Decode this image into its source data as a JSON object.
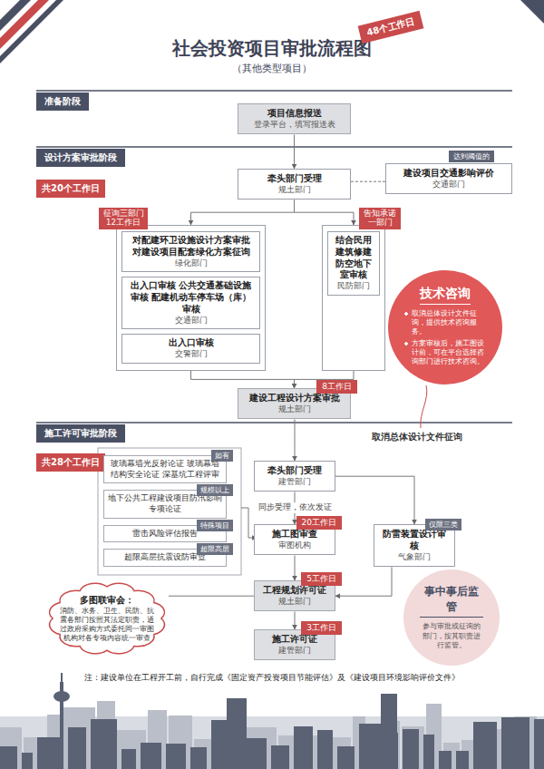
{
  "diagram": {
    "title": "社会投资项目审批流程图",
    "nodes": [
      {
        "text": [
          "准备阶段"
        ]
      },
      {
        "text": [
          "项目信息报送",
          "登录平台，填写报送表"
        ]
      },
      {
        "text": [
          "设计方案审批阶段"
        ]
      },
      {
        "text": [
          "达到阈值的"
        ]
      },
      {
        "text": [
          "建设项目交通影响评价",
          "交通部门"
        ]
      },
      {
        "text": [
          "共20个工作日"
        ]
      },
      {
        "text": [
          "牵头部门受理",
          "规土部门"
        ]
      },
      {
        "text": [
          "征询三部门 12工作日"
        ]
      },
      {
        "text": [
          "对配建环卫设施设计方案审批 对建设项目配套绿化方案征询",
          "绿化部门"
        ],
        "in": 7
      },
      {
        "text": [
          "出入口审核 公共交通基础设施审核 配建机动车停车场（库）审核",
          "交通部门"
        ],
        "in": 7
      },
      {
        "text": [
          "出入口审核",
          "交警部门"
        ],
        "in": 7
      },
      {
        "text": [
          "告知承诺 一部门"
        ]
      },
      {
        "text": [
          "结合民用建筑修建防空地下室审核",
          "民防部门"
        ],
        "in": 11
      },
      {
        "text": [
          "技术咨询",
          "取消总体设计文件征询，提供技术咨询服务。",
          "方案审核后，施工图设计前，可在平台选择咨询部门进行技术咨询。"
        ]
      },
      {
        "text": [
          "建设工程设计方案审批",
          "规土部门",
          "8工作日"
        ]
      },
      {
        "text": [
          "施工许可审批阶段"
        ]
      },
      {
        "text": [
          "共28个工作日"
        ]
      },
      {
        "text": [
          "玻璃幕墙光反射论证 玻璃幕墙结构安全论证 深基坑工程评审",
          "如有"
        ]
      },
      {
        "text": [
          "地下公共工程建设项目防汛影响专项论证",
          "规模以上"
        ]
      },
      {
        "text": [
          "雷击风险评估报告",
          "特殊项目"
        ]
      },
      {
        "text": [
          "超限高层抗震设防审查",
          "超限高层"
        ]
      },
      {
        "text": [
          "牵头部门受理",
          "建管部门"
        ]
      },
      {
        "text": [
          "施工图审查",
          "审图机构",
          "20工作日"
        ]
      },
      {
        "text": [
          "防雷装置设计审核",
          "气象部门",
          "仅限三类"
        ]
      },
      {
        "text": [
          "多图联审会：",
          "消防、水务、卫生、民防、抗震各部门按照其法定职责，通过政府采购方式委托同一审图机构对各专项内容统一审查"
        ]
      },
      {
        "text": [
          "工程规划许可证",
          "规土部门",
          "5工作日"
        ]
      },
      {
        "text": [
          "事中事后监管",
          "参与审批或征询的部门，按其职责进行监管。"
        ]
      },
      {
        "text": [
          "施工许可证",
          "建管部门",
          "3工作日"
        ]
      }
    ],
    "edges": [
      {
        "from": 1,
        "to": 6,
        "arrow": "to"
      },
      {
        "from": 4,
        "to": 6,
        "arrow": "none"
      },
      {
        "from": 6,
        "to": 7,
        "arrow": "to"
      },
      {
        "from": 6,
        "to": 11,
        "arrow": "to"
      },
      {
        "from": 7,
        "to": 14,
        "arrow": "to"
      },
      {
        "from": 11,
        "to": 14,
        "arrow": "to"
      },
      {
        "from": 14,
        "to": 21,
        "arrow": "to"
      },
      {
        "from": 21,
        "to": 22,
        "arrow": "to",
        "label": "同步受理，依次发证"
      },
      {
        "from": 21,
        "to": 23,
        "arrow": "to"
      },
      {
        "from": 22,
        "to": 25,
        "arrow": "to"
      },
      {
        "from": 23,
        "to": 25,
        "arrow": "to"
      },
      {
        "from": 24,
        "to": 25,
        "arrow": "none"
      },
      {
        "from": 25,
        "to": 27,
        "arrow": "to"
      }
    ],
    "labels": [
      "（其他类型项目）",
      "48个工作日",
      "取消总体设计文件征询",
      "注：建设单位在工程开工前，自行完成《固定资产投资项目节能评估》及《建设项目环境影响评价文件》"
    ]
  }
}
